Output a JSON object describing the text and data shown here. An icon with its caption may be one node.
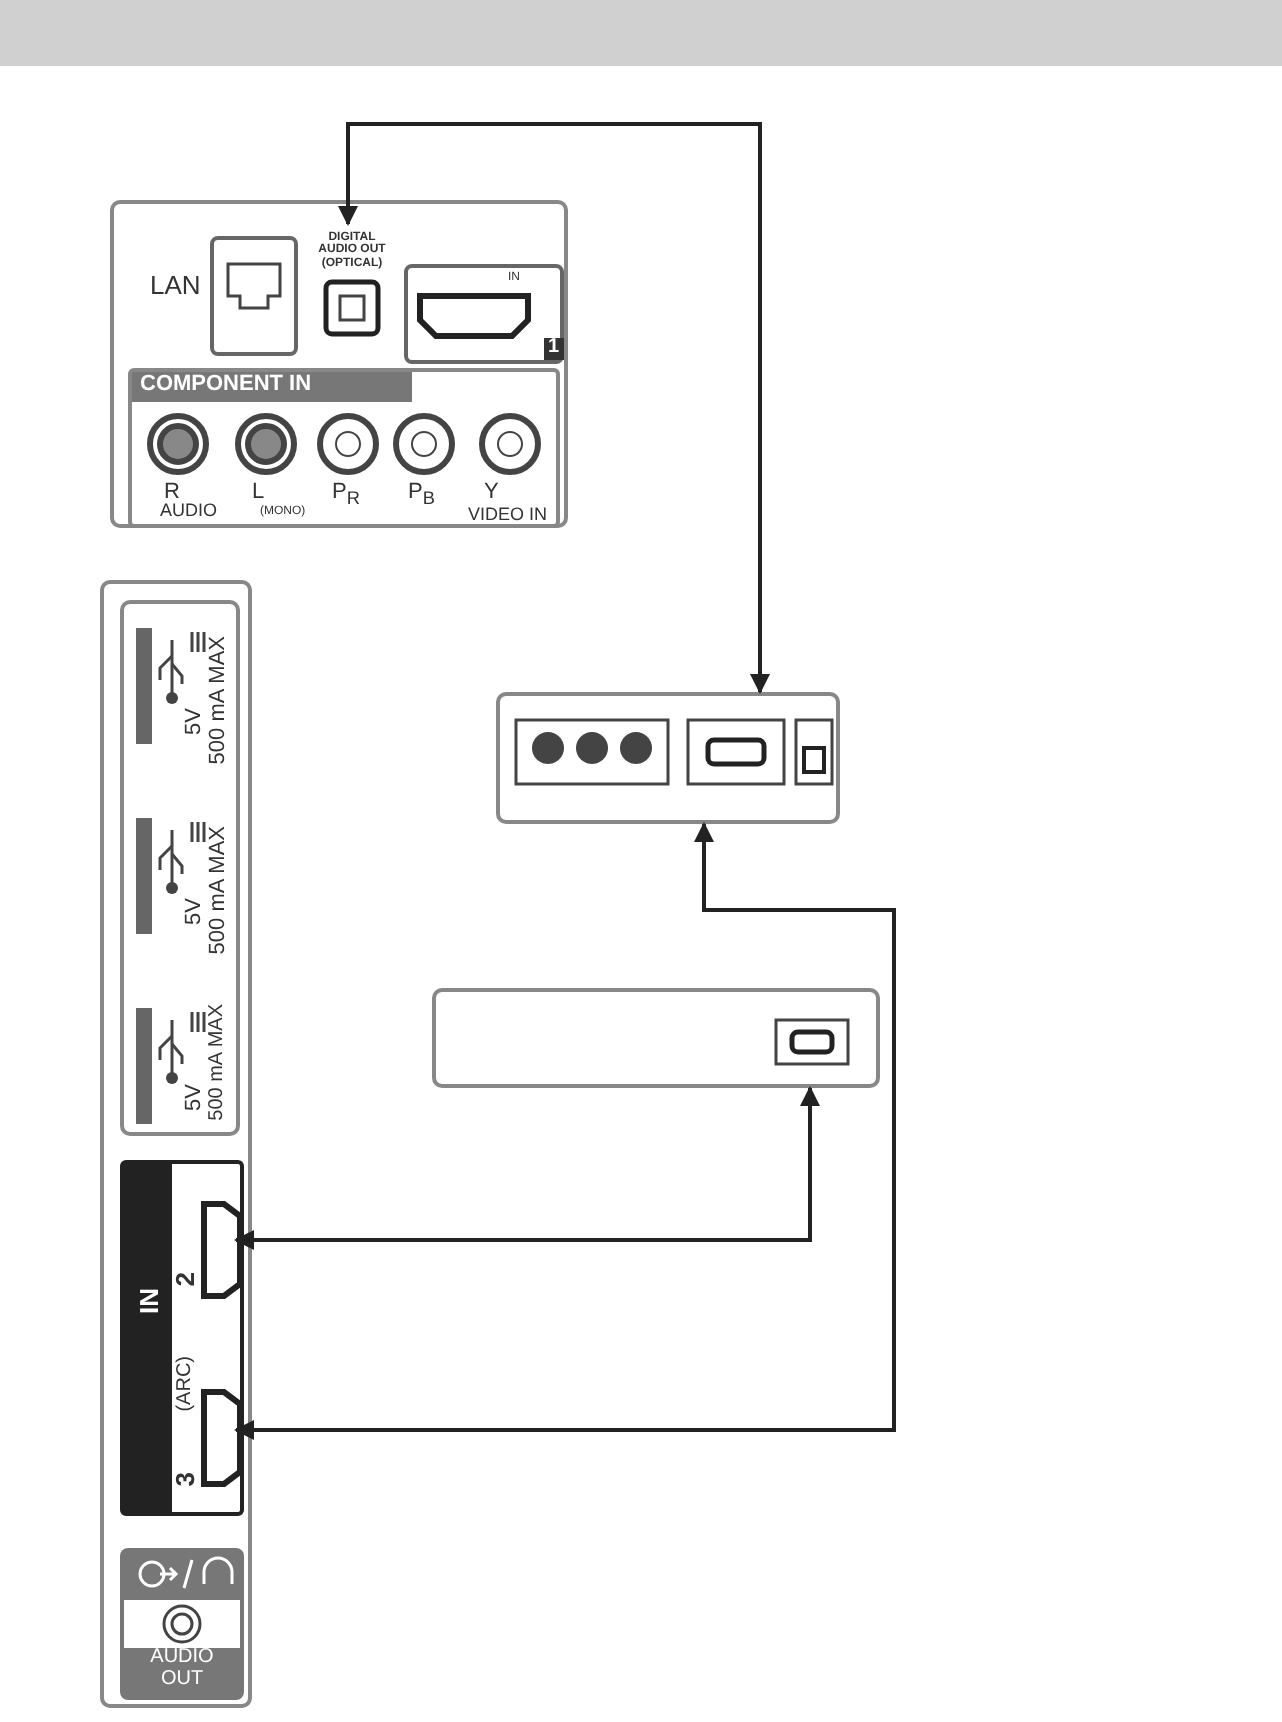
{
  "diagram": {
    "nodes": [
      {
        "text": [],
        "shape": "box"
      },
      {
        "text": [
          "LAN"
        ],
        "in": 0
      },
      {
        "text": [
          "DIGITAL AUDIO OUT (OPTICAL)"
        ],
        "in": 0
      },
      {
        "text": [
          "IN",
          "1"
        ],
        "in": 0
      },
      {
        "text": [
          "COMPONENT IN"
        ],
        "in": 0
      },
      {
        "text": [
          "R"
        ],
        "in": 4
      },
      {
        "text": [
          "L",
          "(MONO)"
        ],
        "in": 4
      },
      {
        "text": [
          "P$_{R}$"
        ],
        "in": 4
      },
      {
        "text": [
          "P$_{B}$"
        ],
        "in": 4
      },
      {
        "text": [
          "Y",
          "VIDEO IN"
        ],
        "in": 4
      },
      {
        "text": [],
        "shape": "box"
      },
      {
        "text": [],
        "shape": "box",
        "in": 10
      },
      {
        "text": [
          "5V",
          "500 mA MAX"
        ],
        "in": 11
      },
      {
        "text": [
          "5V",
          "500 mA MAX"
        ],
        "in": 11
      },
      {
        "text": [
          "5V",
          "500 mA MAX"
        ],
        "in": 11
      },
      {
        "text": [
          "IN"
        ],
        "in": 10
      },
      {
        "text": [
          "2"
        ],
        "in": 15
      },
      {
        "text": [
          "3",
          "(ARC)"
        ],
        "in": 15
      },
      {
        "text": [
          "AUDIO OUT"
        ],
        "in": 10
      },
      {
        "text": [],
        "shape": "box"
      },
      {
        "text": [],
        "shape": "box"
      }
    ],
    "edges": [
      {
        "from": 2,
        "to": 19,
        "arrow": "both"
      },
      {
        "from": 19,
        "to": 17,
        "arrow": "both"
      },
      {
        "from": 20,
        "to": 16,
        "arrow": "both"
      }
    ],
    "labels": [
      "AUDIO"
    ]
  }
}
